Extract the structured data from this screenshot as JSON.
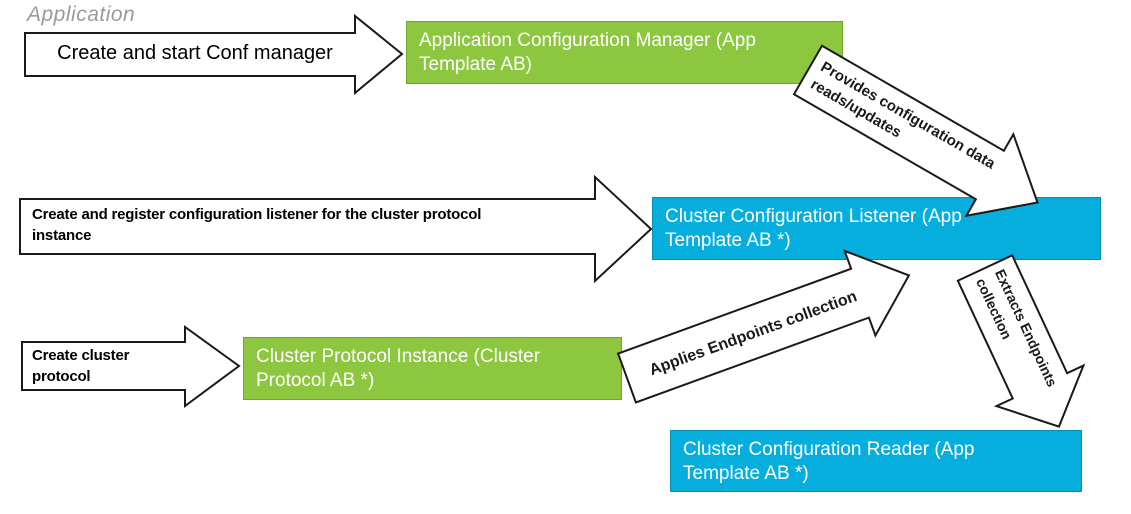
{
  "header": {
    "title": "Application"
  },
  "colors": {
    "box_green": "#8DC63F",
    "box_blue": "#06AEDE",
    "title_gray": "#9A9A9C",
    "arrow_fill": "#FFFFFF",
    "arrow_outline": "#1A1A1A"
  },
  "boxes": {
    "app_config_manager": {
      "lines": [
        "Application Configuration Manager (App",
        "Template AB)"
      ],
      "color": "green"
    },
    "cluster_config_listener": {
      "lines": [
        "Cluster Configuration Listener (App",
        "Template AB *)"
      ],
      "color": "blue"
    },
    "cluster_protocol_instance": {
      "lines": [
        "Cluster Protocol Instance (Cluster",
        "Protocol AB *)"
      ],
      "color": "green"
    },
    "cluster_config_reader": {
      "lines": [
        "Cluster Configuration Reader (App",
        "Template AB *)"
      ],
      "color": "blue"
    }
  },
  "arrows": {
    "create_conf_manager": {
      "label": "Create and start Conf manager"
    },
    "register_listener": {
      "lines": [
        "Create and register configuration listener for the cluster protocol",
        "instance"
      ]
    },
    "create_cluster_protocol": {
      "lines": [
        "Create cluster",
        "protocol"
      ]
    },
    "provides_config": {
      "lines": [
        "Provides configuration data",
        "reads/updates"
      ]
    },
    "applies_endpoints": {
      "label": "Applies Endpoints collection"
    },
    "extracts_endpoints": {
      "lines": [
        "Extracts Endpoints",
        "collection"
      ]
    }
  }
}
